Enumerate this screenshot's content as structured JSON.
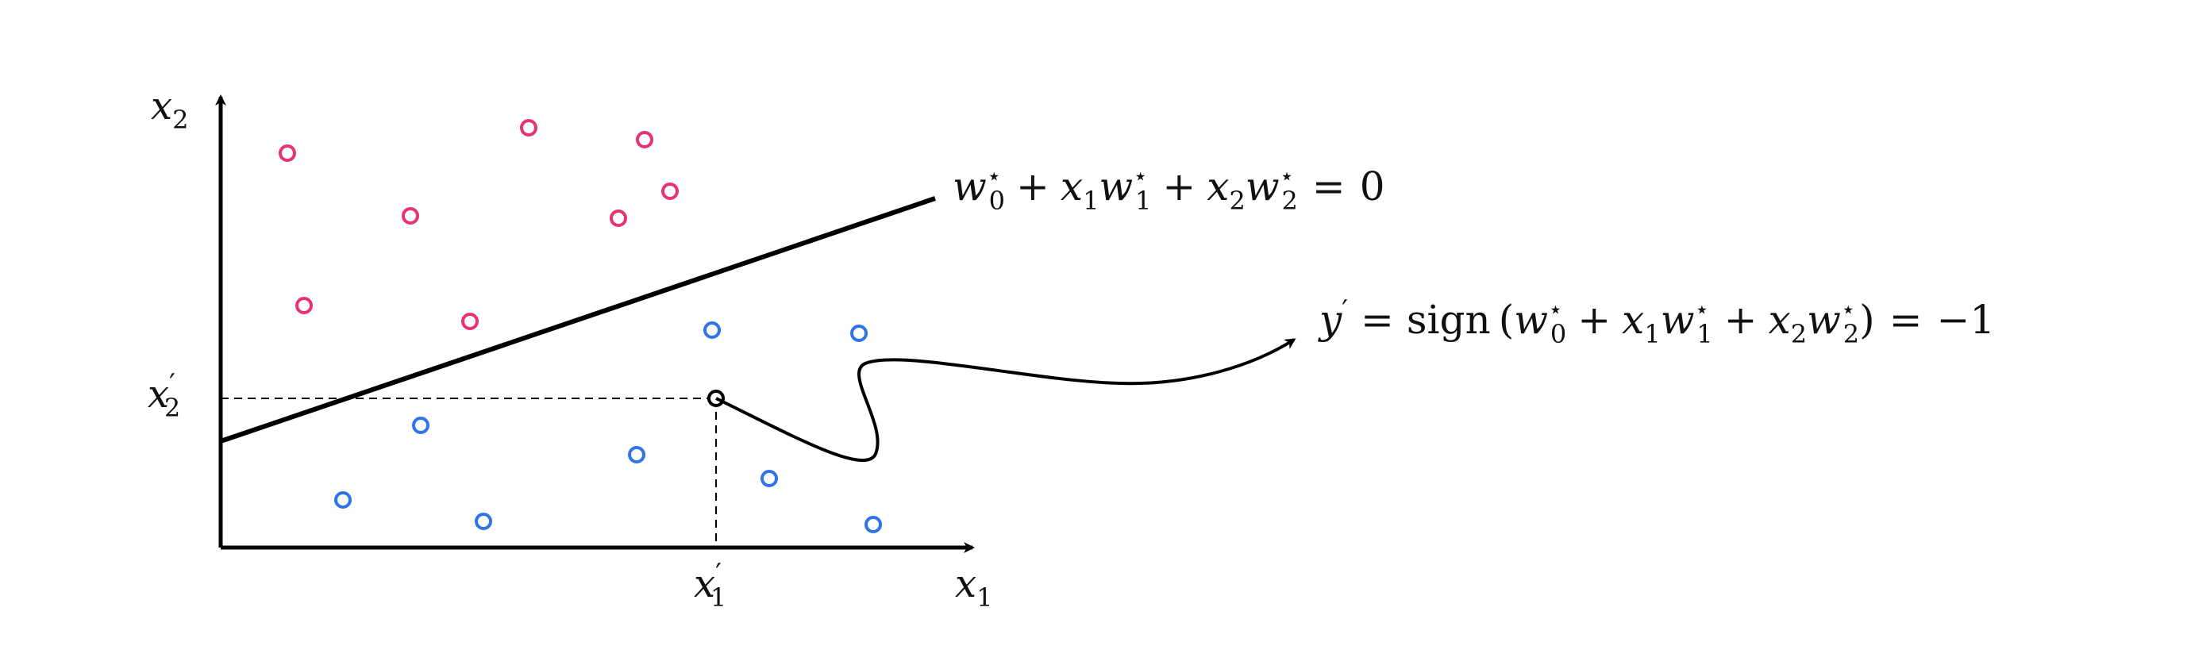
{
  "axes": {
    "x_label": "x",
    "x_label_sub": "1",
    "y_label": "x",
    "y_label_sub": "2"
  },
  "query_point": {
    "x_tick": "x",
    "x_tick_prime": "′",
    "x_tick_sub": "1",
    "y_tick": "x",
    "y_tick_prime": "′",
    "y_tick_sub": "2"
  },
  "boundary_label": {
    "w0": "w",
    "w0_sub": "0",
    "star": "⋆",
    "plus": "+",
    "x1": "x",
    "x1_sub": "1",
    "w1": "w",
    "w1_sub": "1",
    "x2": "x",
    "x2_sub": "2",
    "w2": "w",
    "w2_sub": "2",
    "equals": "=",
    "zero": "0"
  },
  "prediction_label": {
    "y": "y",
    "prime": "′",
    "equals": "=",
    "sign": "sign",
    "open_paren": "(",
    "w0": "w",
    "w0_sub": "0",
    "star": "⋆",
    "plus": "+",
    "x1": "x",
    "x1_sub": "1",
    "w1": "w",
    "w1_sub": "1",
    "x2": "x",
    "x2_sub": "2",
    "w2": "w",
    "w2_sub": "2",
    "close_paren": ")",
    "equals2": "=",
    "result": "−1"
  },
  "colors": {
    "positive_class": "#e8336d",
    "negative_class": "#2f74e8",
    "axis": "#000000",
    "boundary": "#000000"
  }
}
